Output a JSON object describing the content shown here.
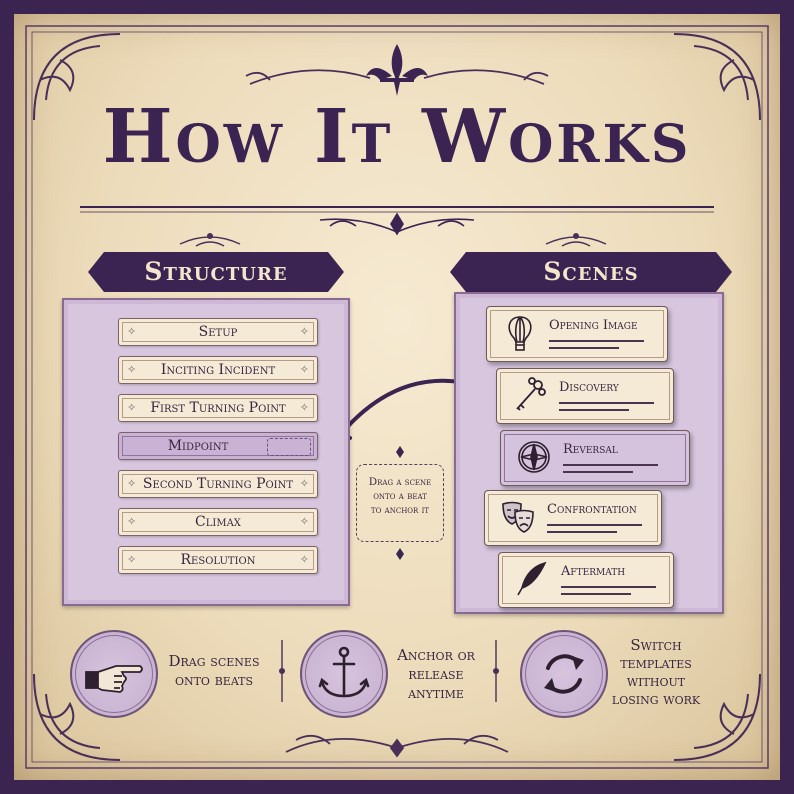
{
  "title": "How It Works",
  "structure": {
    "heading": "Structure",
    "beats": [
      {
        "label": "Setup"
      },
      {
        "label": "Inciting Incident"
      },
      {
        "label": "First Turning Point"
      },
      {
        "label": "Midpoint"
      },
      {
        "label": "Second Turning Point"
      },
      {
        "label": "Climax"
      },
      {
        "label": "Resolution"
      }
    ],
    "active_beat": "Midpoint"
  },
  "scenes": {
    "heading": "Scenes",
    "cards": [
      {
        "label": "Opening Image",
        "icon": "hot-air-balloon-icon"
      },
      {
        "label": "Discovery",
        "icon": "key-icon"
      },
      {
        "label": "Reversal",
        "icon": "compass-icon"
      },
      {
        "label": "Confrontation",
        "icon": "theater-masks-icon"
      },
      {
        "label": "Aftermath",
        "icon": "quill-icon"
      }
    ],
    "active_scene": "Reversal"
  },
  "hint": {
    "lines": [
      "Drag a scene",
      "onto a beat",
      "to anchor it"
    ]
  },
  "features": [
    {
      "icon": "pointing-hand-icon",
      "lines": [
        "Drag scenes",
        "onto beats"
      ]
    },
    {
      "icon": "anchor-icon",
      "lines": [
        "Anchor or",
        "release",
        "anytime"
      ]
    },
    {
      "icon": "cycle-arrows-icon",
      "lines": [
        "Switch",
        "templates",
        "without",
        "losing work"
      ]
    }
  ],
  "colors": {
    "frame": "#3c2450",
    "parchment": "#f1e3c6",
    "ink": "#3b2452",
    "panel": "#d7c6de",
    "highlight": "#c9b2d4"
  }
}
